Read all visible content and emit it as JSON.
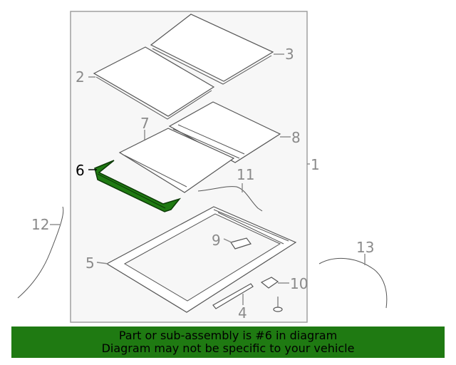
{
  "diagram": {
    "highlight_color": "#1f7a12",
    "callouts": [
      "1",
      "2",
      "3",
      "4",
      "5",
      "6",
      "7",
      "8",
      "9",
      "10",
      "11",
      "12",
      "13"
    ],
    "highlighted_part": "6"
  },
  "banner": {
    "line1": "Part or sub-assembly is #6 in diagram",
    "line2": "Diagram may not be specific to your vehicle",
    "background": "#1f7a12"
  }
}
